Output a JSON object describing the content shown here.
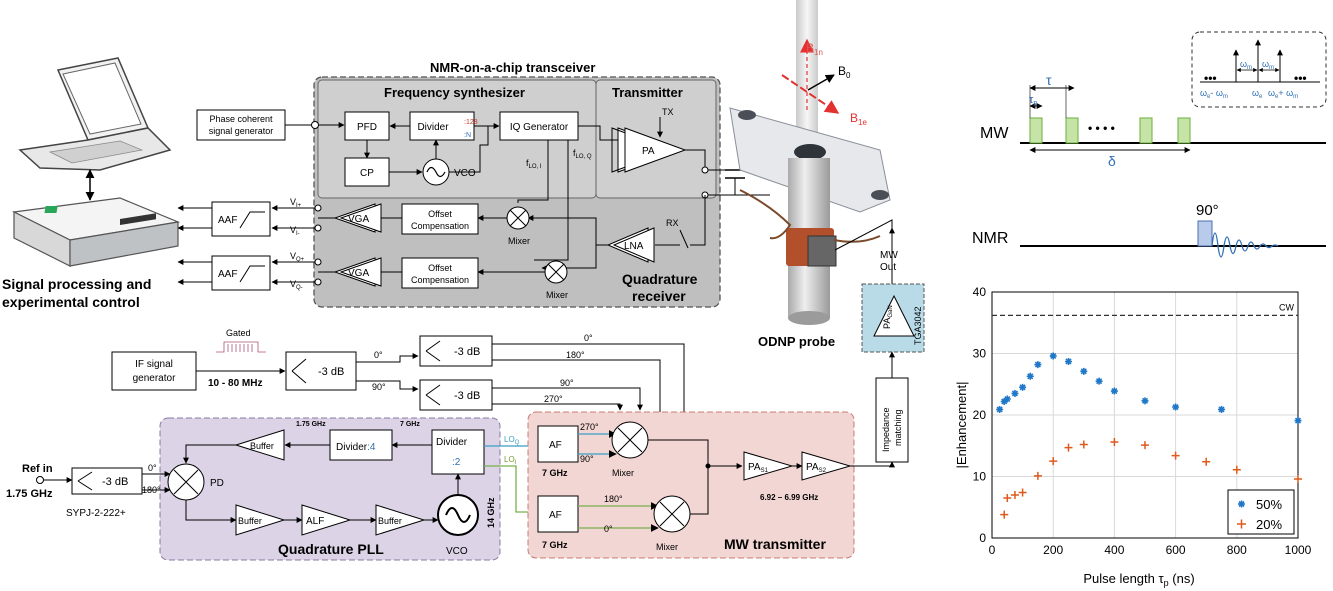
{
  "left": {
    "caption_line1": "Signal processing and",
    "caption_line2": "experimental control"
  },
  "transceiver": {
    "title": "NMR-on-a-chip transceiver",
    "synth_title": "Frequency synthesizer",
    "tx_title": "Transmitter",
    "rx_title1": "Quadrature",
    "rx_title2": "receiver",
    "phase_gen1": "Phase coherent",
    "phase_gen2": "signal generator",
    "pfd": "PFD",
    "divider": "Divider",
    "div_128": ":128",
    "div_n": ":N",
    "iq_gen": "IQ Generator",
    "cp": "CP",
    "vco": "VCO",
    "pa": "PA",
    "tx": "TX",
    "rx": "RX",
    "lna": "LNA",
    "flo_i": "f",
    "flo_i_sub": "LO, I",
    "flo_q": "f",
    "flo_q_sub": "LO, Q",
    "vga": "VGA",
    "offset1": "Offset",
    "offset2": "Compensation",
    "mixer": "Mixer",
    "aaf": "AAF",
    "vi_plus": "V",
    "vi_plus_sub": "I+",
    "vi_minus": "V",
    "vi_minus_sub": "I-",
    "vq_plus": "V",
    "vq_plus_sub": "Q+",
    "vq_minus": "V",
    "vq_minus_sub": "Q-"
  },
  "probe": {
    "b1n": "B",
    "b1n_sub": "1n",
    "b0": "B",
    "b0_sub": "0",
    "b1e": "B",
    "b1e_sub": "1e",
    "label": "ODNP probe",
    "mw_out1": "MW",
    "mw_out2": "Out",
    "pa_gan": "PA",
    "pa_gan_sub": "GaN",
    "tga": "TGA3042",
    "impedance1": "Impedance",
    "impedance2": "matching"
  },
  "mw_chain": {
    "if_gen1": "IF signal",
    "if_gen2": "generator",
    "gated": "Gated",
    "freq_range": "10 - 80 MHz",
    "minus3db": "-3 dB",
    "deg0": "0°",
    "deg90": "90°",
    "deg180": "180°",
    "deg270": "270°",
    "ref_in": "Ref in",
    "ref_freq": "1.75 GHz",
    "sypj": "SYPJ-2-222+",
    "buffer": "Buffer",
    "div4_label": "Divider",
    "div4": ":4",
    "div2_label": "Divider",
    "div2": ":2",
    "ghz175": "1.75 GHz",
    "ghz7": "7 GHz",
    "ghz14": "14 GHz",
    "pd": "PD",
    "alf": "ALF",
    "vco": "VCO",
    "pll_title": "Quadrature PLL",
    "af": "AF",
    "af_freq": "7 GHz",
    "lo_q": "LO",
    "lo_q_sub": "Q",
    "lo_i": "LO",
    "lo_i_sub": "I",
    "mixer": "Mixer",
    "pa": "PA",
    "pa_s1_sub": "S1",
    "pa_s2_sub": "S2",
    "pa_freq": "6.92 – 6.99 GHz",
    "mw_title": "MW transmitter"
  },
  "pulse": {
    "mw": "MW",
    "nmr": "NMR",
    "tau": "τ",
    "tau_p": "τ",
    "tau_p_sub": "p",
    "delta": "δ",
    "deg90": "90°",
    "dots": "• • • •",
    "omega_m": "ω",
    "omega_m_sub": "m",
    "spec_left": "ω",
    "spec_left_sub1": "e",
    "spec_left_mid": "- ω",
    "spec_left_sub2": "m",
    "omega_e": "ω",
    "omega_e_sub": "e",
    "spec_right": "ω",
    "spec_right_sub1": "e",
    "spec_right_mid": "+ ω",
    "spec_right_sub2": "m"
  },
  "chart_data": {
    "type": "scatter",
    "xlabel": "Pulse length τ",
    "xlabel_sub": "p",
    "xlabel_unit": " (ns)",
    "ylabel": "|Enhancement|",
    "xlim": [
      0,
      1000
    ],
    "ylim": [
      0,
      40
    ],
    "xticks": [
      0,
      200,
      400,
      600,
      800,
      1000
    ],
    "yticks": [
      0,
      10,
      20,
      30,
      40
    ],
    "grid": true,
    "legend_position": "bottom-right",
    "reference_line": {
      "name": "CW",
      "value": 36.2
    },
    "series": [
      {
        "name": "50%",
        "color": "#1f77c8",
        "marker": "asterisk",
        "x": [
          25,
          40,
          50,
          75,
          100,
          125,
          150,
          200,
          250,
          300,
          350,
          400,
          500,
          600,
          750,
          1000
        ],
        "y": [
          20.9,
          22.2,
          22.6,
          23.5,
          24.5,
          26.3,
          28.2,
          29.6,
          28.7,
          27.1,
          25.5,
          23.9,
          22.3,
          21.3,
          20.9,
          19.1
        ]
      },
      {
        "name": "20%",
        "color": "#e0591c",
        "marker": "plus",
        "x": [
          40,
          50,
          75,
          100,
          150,
          200,
          250,
          300,
          400,
          500,
          600,
          700,
          800,
          1000
        ],
        "y": [
          3.8,
          6.5,
          7.0,
          7.4,
          10.1,
          12.5,
          14.7,
          15.2,
          15.6,
          15.1,
          13.4,
          12.4,
          11.1,
          9.6
        ]
      }
    ]
  }
}
